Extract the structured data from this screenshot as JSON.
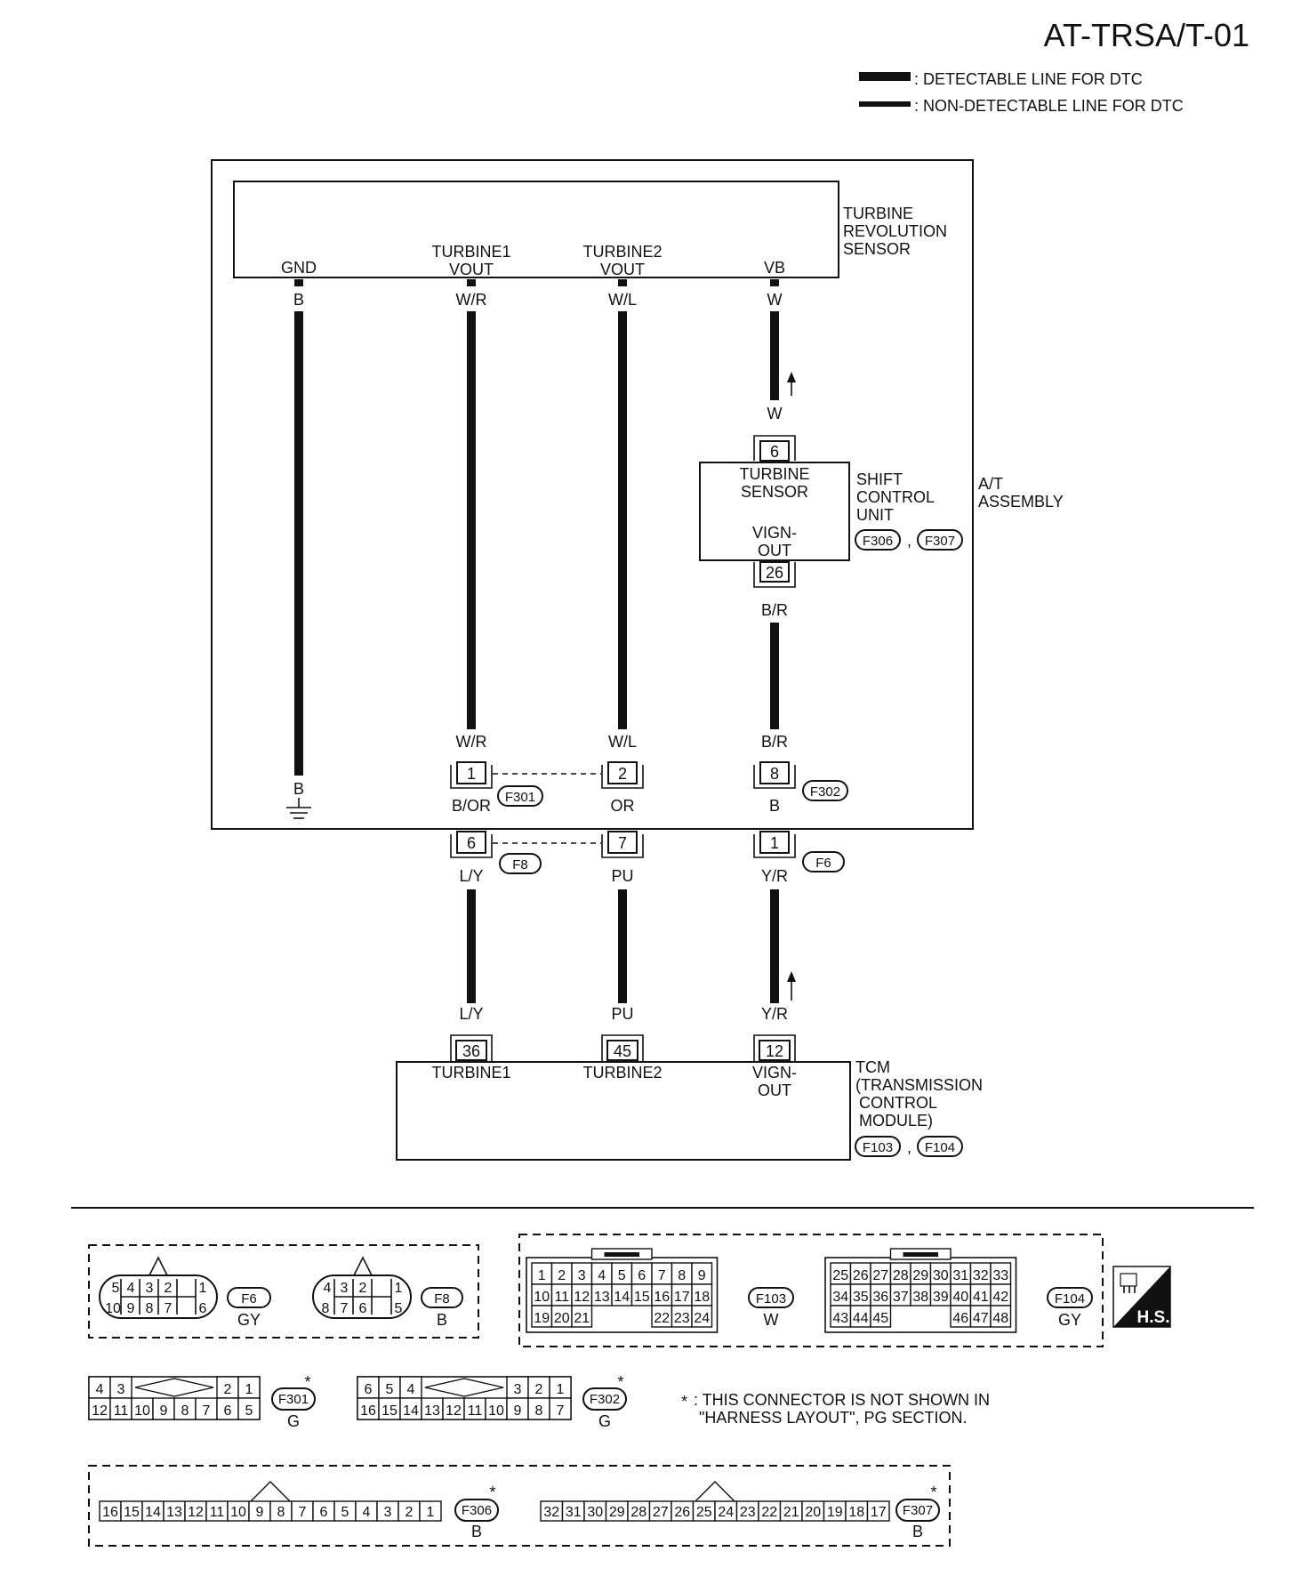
{
  "diagram_code": "AT-TRSA/T-01",
  "legend": {
    "detectable": ": DETECTABLE LINE FOR DTC",
    "non_detectable": ": NON-DETECTABLE LINE FOR DTC"
  },
  "components": {
    "sensor": {
      "name": [
        "TURBINE",
        "REVOLUTION",
        "SENSOR"
      ]
    },
    "assembly": {
      "name": [
        "A/T",
        "ASSEMBLY"
      ]
    },
    "shift_unit": {
      "name": [
        "SHIFT",
        "CONTROL",
        "UNIT"
      ],
      "inner_top": [
        "TURBINE",
        "SENSOR"
      ],
      "inner_bottom": [
        "VIGN-",
        "OUT"
      ],
      "connectors": [
        "F306",
        "F307"
      ]
    },
    "tcm": {
      "name": [
        "TCM",
        "(TRANSMISSION",
        "CONTROL",
        "MODULE)"
      ],
      "connectors": [
        "F103",
        "F104"
      ]
    },
    "connector_sep": ","
  },
  "terminals": {
    "gnd": "GND",
    "vout1": [
      "TURBINE1",
      "VOUT"
    ],
    "vout2": [
      "TURBINE2",
      "VOUT"
    ],
    "vb": "VB",
    "tcm_t1": "TURBINE1",
    "tcm_t2": "TURBINE2",
    "tcm_vign": [
      "VIGN-",
      "OUT"
    ]
  },
  "wires": {
    "gnd": {
      "top": "B",
      "bottom": "B"
    },
    "c1": {
      "top": "W/R",
      "mid_upper": "W/R",
      "mid_lower": "B/OR",
      "lower_top": "L/Y",
      "lower_bottom": "L/Y"
    },
    "c2": {
      "top": "W/L",
      "mid_upper": "W/L",
      "mid_lower": "OR",
      "lower_top": "PU",
      "lower_bottom": "PU"
    },
    "c3": {
      "top": "W",
      "above_unit": "W",
      "below_unit": "B/R",
      "mid_upper": "B/R",
      "mid_lower": "B",
      "lower_top": "Y/R",
      "lower_bottom": "Y/R"
    }
  },
  "pins": {
    "unit_top": "6",
    "unit_bottom": "26",
    "f301_a": "1",
    "f301_b": "2",
    "f302": "8",
    "f8_a": "6",
    "f8_b": "7",
    "f6": "1",
    "tcm_a": "36",
    "tcm_b": "45",
    "tcm_c": "12"
  },
  "connector_ids": {
    "f301": "F301",
    "f302": "F302",
    "f8": "F8",
    "f6": "F6",
    "f103": "F103",
    "f104": "F104",
    "f306": "F306",
    "f307": "F307"
  },
  "connector_views": {
    "f6": {
      "id": "F6",
      "color": "GY",
      "top": [
        "5",
        "4",
        "3",
        "2",
        "1"
      ],
      "bottom": [
        "10",
        "9",
        "8",
        "7",
        "6"
      ]
    },
    "f8": {
      "id": "F8",
      "color": "B",
      "top": [
        "4",
        "3",
        "2",
        "1"
      ],
      "bottom": [
        "8",
        "7",
        "6",
        "5"
      ]
    },
    "f103": {
      "id": "F103",
      "color": "W",
      "rows": [
        [
          "1",
          "2",
          "3",
          "4",
          "5",
          "6",
          "7",
          "8",
          "9"
        ],
        [
          "10",
          "11",
          "12",
          "13",
          "14",
          "15",
          "16",
          "17",
          "18"
        ],
        [
          "19",
          "20",
          "21",
          "",
          "",
          "",
          "22",
          "23",
          "24"
        ]
      ]
    },
    "f104": {
      "id": "F104",
      "color": "GY",
      "rows": [
        [
          "25",
          "26",
          "27",
          "28",
          "29",
          "30",
          "31",
          "32",
          "33"
        ],
        [
          "34",
          "35",
          "36",
          "37",
          "38",
          "39",
          "40",
          "41",
          "42"
        ],
        [
          "43",
          "44",
          "45",
          "",
          "",
          "",
          "46",
          "47",
          "48"
        ]
      ]
    },
    "f301": {
      "id": "F301",
      "color": "G",
      "top_left": [
        "4",
        "3"
      ],
      "top_right": [
        "2",
        "1"
      ],
      "bottom": [
        "12",
        "11",
        "10",
        "9",
        "8",
        "7",
        "6",
        "5"
      ]
    },
    "f302": {
      "id": "F302",
      "color": "G",
      "top_left": [
        "6",
        "5",
        "4"
      ],
      "top_right": [
        "3",
        "2",
        "1"
      ],
      "bottom": [
        "16",
        "15",
        "14",
        "13",
        "12",
        "11",
        "10",
        "9",
        "8",
        "7"
      ]
    },
    "f306": {
      "id": "F306",
      "color": "B",
      "row": [
        "16",
        "15",
        "14",
        "13",
        "12",
        "11",
        "10",
        "9",
        "8",
        "7",
        "6",
        "5",
        "4",
        "3",
        "2",
        "1"
      ]
    },
    "f307": {
      "id": "F307",
      "color": "B",
      "row": [
        "32",
        "31",
        "30",
        "29",
        "28",
        "27",
        "26",
        "25",
        "24",
        "23",
        "22",
        "21",
        "20",
        "19",
        "18",
        "17"
      ]
    }
  },
  "note": {
    "star": "*",
    "line1": ": THIS CONNECTOR IS NOT SHOWN IN",
    "line2": "\"HARNESS LAYOUT\", PG SECTION."
  },
  "badge": "H.S."
}
